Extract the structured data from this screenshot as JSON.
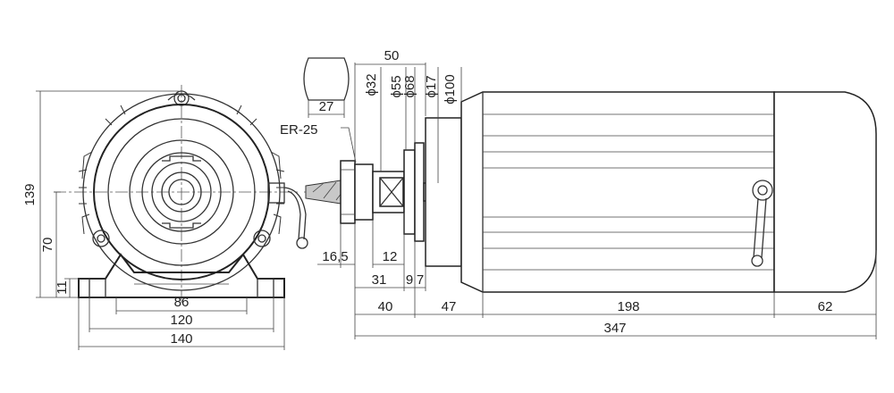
{
  "dimensions": {
    "front": {
      "height_total": "139",
      "shaft_height": "70",
      "foot_thickness": "11",
      "bolt_span": "86",
      "foot_span": "120",
      "base_width": "140"
    },
    "side": {
      "length_50": "50",
      "flat_width": "27",
      "dia_32": "ϕ32",
      "dia_55": "ϕ55",
      "dia_68": "ϕ68",
      "dia_17": "ϕ17",
      "dia_100": "ϕ100",
      "collet": "ER-25",
      "len_16_5": "16,5",
      "len_12": "12",
      "len_31": "31",
      "len_9": "9",
      "len_7": "7",
      "len_40": "40",
      "len_47": "47",
      "len_198": "198",
      "len_62": "62",
      "len_total": "347"
    }
  },
  "colors": {
    "line": "#333333",
    "hatch": "#c8c8c8",
    "background": "#ffffff"
  }
}
